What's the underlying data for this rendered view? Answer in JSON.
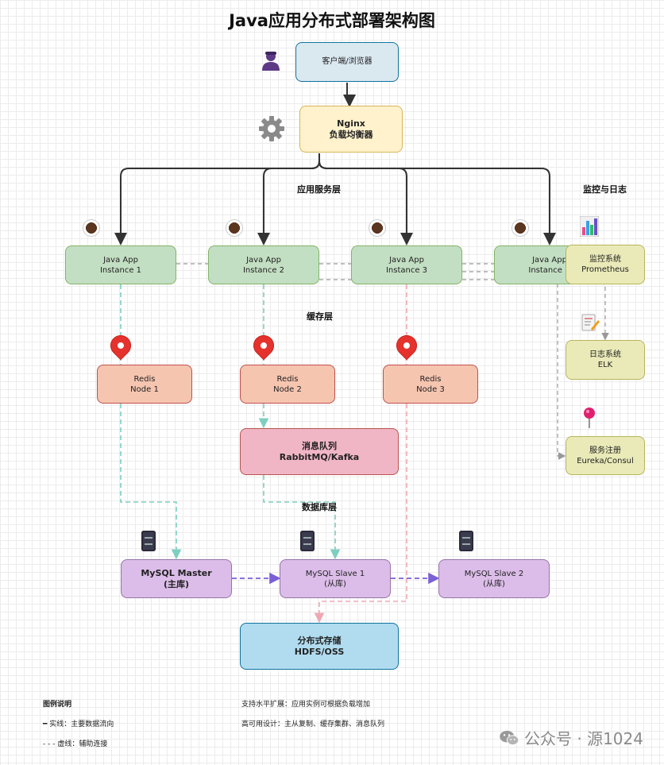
{
  "title": "Java应用分布式部署架构图",
  "client": {
    "label": "客户端/浏览器"
  },
  "nginx": {
    "line1": "Nginx",
    "line2": "负载均衡器"
  },
  "layers": {
    "app": "应用服务层",
    "monitor": "监控与日志",
    "cache": "缓存层",
    "data": "数据库层"
  },
  "app_instances": [
    {
      "line1": "Java App",
      "line2": "Instance 1"
    },
    {
      "line1": "Java App",
      "line2": "Instance 2"
    },
    {
      "line1": "Java App",
      "line2": "Instance 3"
    },
    {
      "line1": "Java App",
      "line2": "Instance N"
    }
  ],
  "monitoring": [
    {
      "line1": "监控系统",
      "line2": "Prometheus"
    },
    {
      "line1": "日志系统",
      "line2": "ELK"
    },
    {
      "line1": "服务注册",
      "line2": "Eureka/Consul"
    }
  ],
  "redis": [
    {
      "line1": "Redis",
      "line2": "Node 1"
    },
    {
      "line1": "Redis",
      "line2": "Node 2"
    },
    {
      "line1": "Redis",
      "line2": "Node 3"
    }
  ],
  "mq": {
    "line1": "消息队列",
    "line2": "RabbitMQ/Kafka"
  },
  "mysql": [
    {
      "line1": "MySQL Master",
      "line2": "(主库)"
    },
    {
      "line1": "MySQL Slave 1",
      "line2": "(从库)"
    },
    {
      "line1": "MySQL Slave 2",
      "line2": "(从库)"
    }
  ],
  "storage": {
    "line1": "分布式存储",
    "line2": "HDFS/OSS"
  },
  "legend": {
    "title": "图例说明",
    "solid": "━ 实线：主要数据流向",
    "dashed": "- - - 虚线：辅助连接"
  },
  "notes": {
    "scale": "支持水平扩展：应用实例可根据负载增加",
    "ha": "高可用设计：主从复制、缓存集群、消息队列"
  },
  "watermark": "公众号 · 源1024",
  "icons": {
    "client": "user-icon",
    "nginx": "gear-icon",
    "app": "coffee-cup-icon",
    "redis": "map-pin-icon",
    "mysql": "server-icon",
    "monitor": "bar-chart-icon",
    "log": "document-pen-icon",
    "registry": "pushpin-icon"
  }
}
